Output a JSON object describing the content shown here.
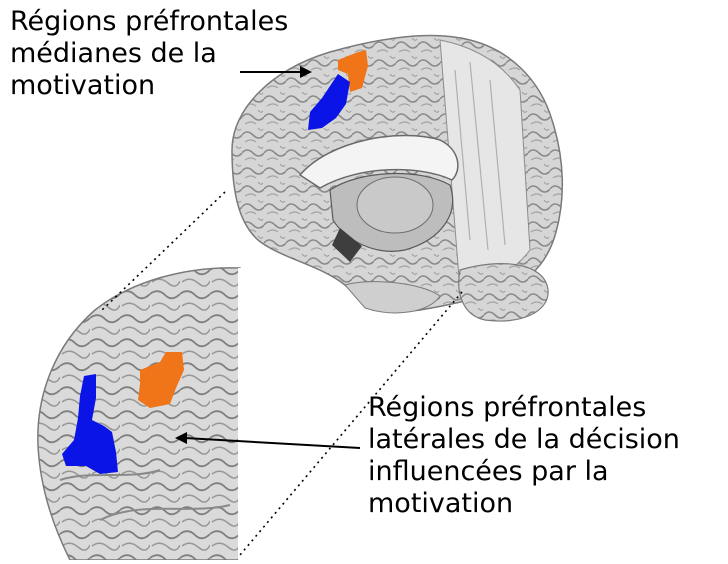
{
  "labels": {
    "medial": [
      "Régions préfrontales",
      "médianes de la",
      "motivation"
    ],
    "lateral": [
      "Régions préfrontales",
      "latérales de la décision",
      "influencées par la",
      "motivation"
    ]
  },
  "colors": {
    "background": "#ffffff",
    "motivation_region": "#f07418",
    "decision_region": "#0a14e6",
    "brain_light": "#d4d4d4",
    "brain_dark": "#5a5a5a",
    "arrow": "#000000"
  },
  "icons": [
    "brain-medial-view",
    "brain-lateral-view",
    "arrow",
    "dotted-connector"
  ]
}
